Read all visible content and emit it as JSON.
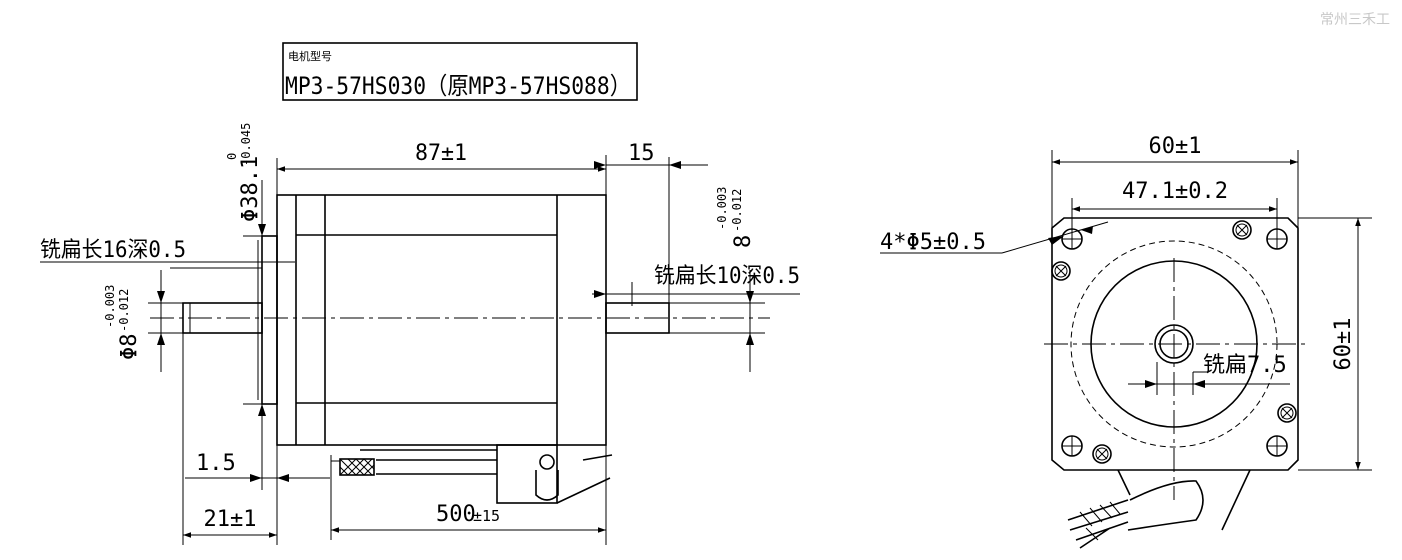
{
  "watermark": "常州三禾工",
  "title_block": {
    "label": "电机型号",
    "model": "MP3-57HS030（原MP3-57HS088）"
  },
  "side_view": {
    "dim_body_length": "87±1",
    "dim_rear_shaft": "15",
    "dim_pilot_dia": "Φ38.1",
    "dim_pilot_tol_upper": "0",
    "dim_pilot_tol_lower": "-0.045",
    "note_front_flat": "铣扁长16深0.5",
    "dim_front_shaft": "Φ8",
    "dim_front_shaft_tol_upper": "-0.003",
    "dim_front_shaft_tol_lower": "-0.012",
    "note_rear_flat": "铣扁长10深0.5",
    "dim_rear_shaft_dia": "8",
    "dim_rear_shaft_tol_upper": "-0.003",
    "dim_rear_shaft_tol_lower": "-0.012",
    "dim_flange_thickness": "1.5",
    "dim_shaft_extension": "21±1",
    "dim_lead_length": "500",
    "dim_lead_tol": "±15"
  },
  "front_view": {
    "dim_width": "60±1",
    "dim_hole_spacing": "47.1±0.2",
    "dim_holes": "4*Φ5±0.5",
    "dim_height": "60±1",
    "note_flat": "铣扁7.5"
  }
}
